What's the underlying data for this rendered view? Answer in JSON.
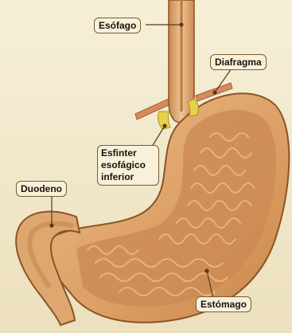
{
  "labels": {
    "esofago": "Esófago",
    "diafragma": "Diafragma",
    "esfinter_line1": "Esfinter",
    "esfinter_line2": "esofágico",
    "esfinter_line3": "inferior",
    "duodeno": "Duodeno",
    "estomago": "Estómago"
  },
  "colors": {
    "background": "#f3ecd0",
    "stomach_fill": "#dfa770",
    "stomach_inner": "#c98a52",
    "stomach_outline": "#8a5426",
    "diaphragm": "#d98a5c",
    "sphincter": "#e8d24a",
    "leader_line": "#5a3a18"
  }
}
